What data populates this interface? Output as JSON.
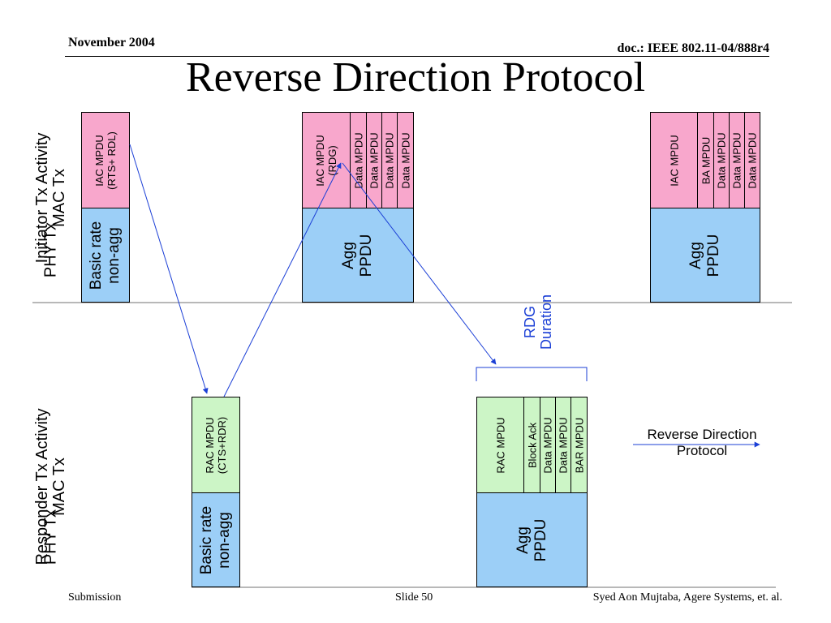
{
  "header": {
    "date": "November 2004",
    "doc": "doc.: IEEE 802.11-04/888r4"
  },
  "title": "Reverse Direction Protocol",
  "labels": {
    "initiator_line1": "Initiator Tx Activity",
    "initiator_mac": "MAC Tx",
    "initiator_phy": "PHY Tx",
    "responder_line1": "Responder Tx Activity",
    "responder_mac": "MAC Tx",
    "responder_phy": "PHY Tx"
  },
  "blocks": {
    "init1": {
      "mac_line1": "IAC MPDU",
      "mac_line2": "(RTS+ RDL)",
      "phy_line1": "Basic rate",
      "phy_line2": "non-agg"
    },
    "init2": {
      "mac_line1": "IAC MPDU",
      "mac_line2": "(RDG)",
      "sub": [
        "Data MPDU",
        "Data MPDU",
        "Data MPDU",
        "Data MPDU"
      ],
      "phy_line1": "Agg",
      "phy_line2": "PPDU"
    },
    "init3": {
      "mac_line1": "IAC MPDU",
      "sub": [
        "BA MPDU",
        "Data MPDU",
        "Data MPDU",
        "Data MPDU"
      ],
      "phy_line1": "Agg",
      "phy_line2": "PPDU"
    },
    "resp1": {
      "mac_line1": "RAC MPDU",
      "mac_line2": "(CTS+RDR)",
      "phy_line1": "Basic rate",
      "phy_line2": "non-agg"
    },
    "resp2": {
      "mac_line1": "RAC MPDU",
      "sub": [
        "Block Ack",
        "Data MPDU",
        "Data MPDU",
        "BAR MPDU"
      ],
      "phy_line1": "Agg",
      "phy_line2": "PPDU"
    }
  },
  "rdg": {
    "line1": "RDG",
    "line2": "Duration"
  },
  "legend": {
    "line1": "Reverse Direction",
    "line2": "Protocol"
  },
  "footer": {
    "left": "Submission",
    "center": "Slide 50",
    "right": "Syed Aon Mujtaba, Agere Systems, et. al."
  },
  "colors": {
    "mac_initiator": "#f8a7cc",
    "phy": "#9ccff7",
    "mac_responder": "#ccf5c6",
    "arrow": "#1b3fd6"
  }
}
